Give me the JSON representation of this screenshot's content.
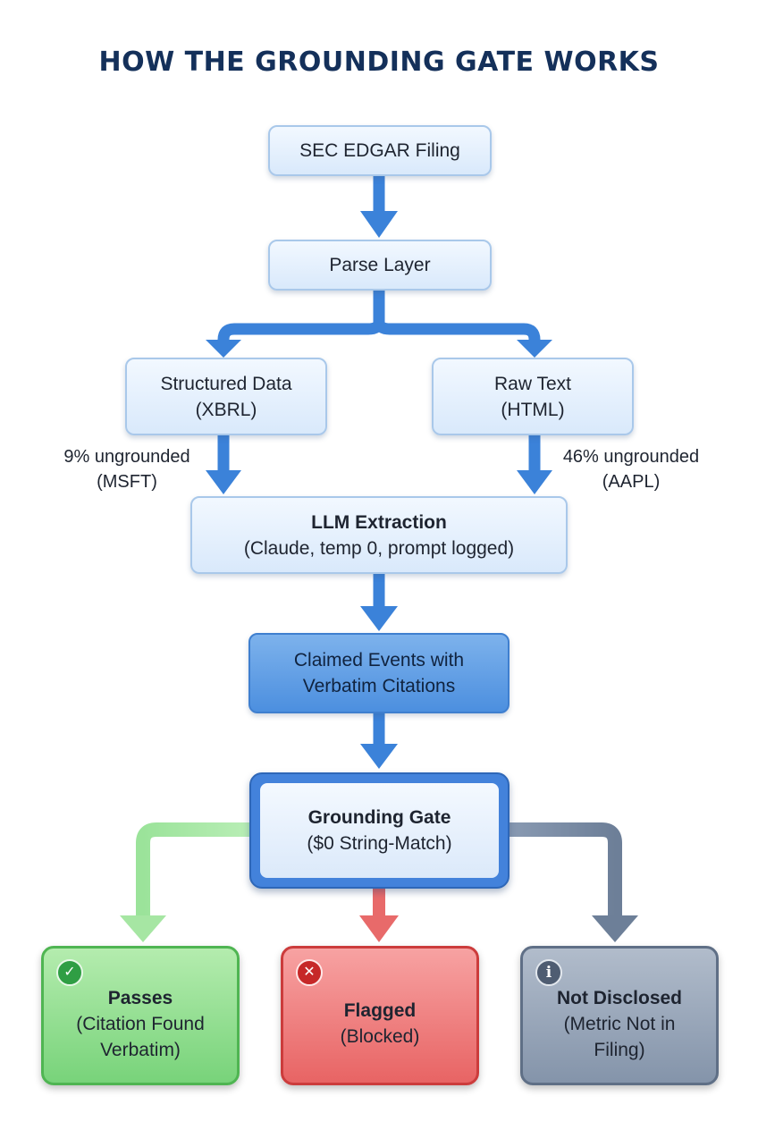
{
  "title": "HOW THE GROUNDING GATE WORKS",
  "nodes": {
    "filing": "SEC EDGAR Filing",
    "parse": "Parse Layer",
    "structured": {
      "line1": "Structured Data",
      "line2": "(XBRL)"
    },
    "raw": {
      "line1": "Raw Text",
      "line2": "(HTML)"
    },
    "llm": {
      "title": "LLM Extraction",
      "detail": "(Claude, temp 0, prompt logged)"
    },
    "claimed": {
      "line1": "Claimed Events with",
      "line2": "Verbatim Citations"
    },
    "gate": {
      "title": "Grounding Gate",
      "detail": "($0 String-Match)"
    }
  },
  "annotations": {
    "structured": {
      "line1": "9% ungrounded",
      "line2": "(MSFT)"
    },
    "raw": {
      "line1": "46% ungrounded",
      "line2": "(AAPL)"
    }
  },
  "outcomes": {
    "passes": {
      "title": "Passes",
      "line1": "(Citation Found",
      "line2": "Verbatim)",
      "icon": "check-icon",
      "color": "#4fb552"
    },
    "flagged": {
      "title": "Flagged",
      "line1": "(Blocked)",
      "icon": "x-icon",
      "color": "#cc3c3c"
    },
    "not_disclosed": {
      "title": "Not Disclosed",
      "line1": "(Metric Not in",
      "line2": "Filing)",
      "icon": "info-icon",
      "color": "#5f6f86"
    }
  },
  "colors": {
    "arrow": "#3b82d9",
    "title": "#14305a"
  }
}
